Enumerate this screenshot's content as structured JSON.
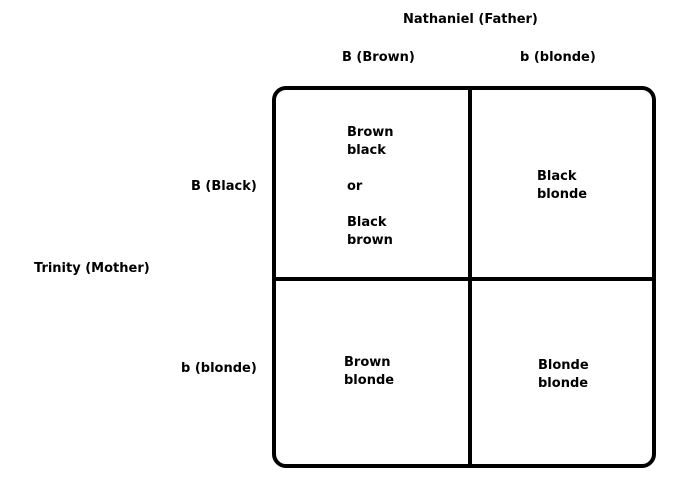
{
  "father": {
    "label": "Nathaniel (Father)",
    "alleles": [
      "B (Brown)",
      "b (blonde)"
    ]
  },
  "mother": {
    "label": "Trinity (Mother)",
    "alleles": [
      "B (Black)",
      "b (blonde)"
    ]
  },
  "cells": {
    "top_left": {
      "line1": "Brown",
      "line2": "black",
      "connector": "or",
      "line3": "Black",
      "line4": "brown"
    },
    "top_right": {
      "line1": "Black",
      "line2": "blonde"
    },
    "bottom_left": {
      "line1": "Brown",
      "line2": "blonde"
    },
    "bottom_right": {
      "line1": "Blonde",
      "line2": "blonde"
    }
  }
}
